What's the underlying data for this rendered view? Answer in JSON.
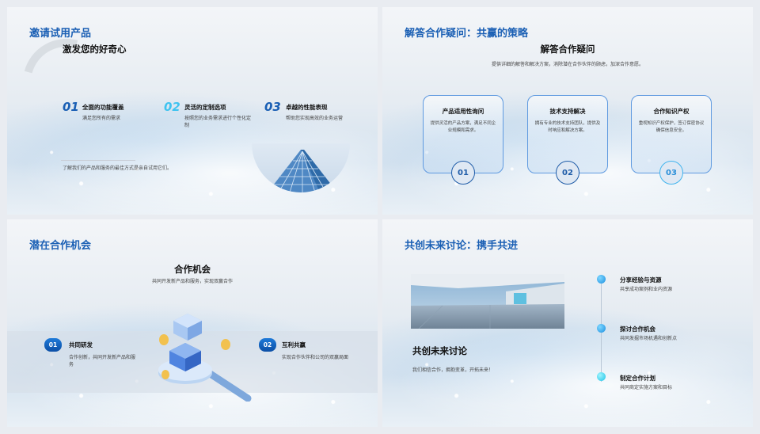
{
  "slide1": {
    "title": "邀请试用产品",
    "subtitle": "激发您的好奇心",
    "features": [
      {
        "num": "01",
        "title": "全面的功能覆盖",
        "desc": "满足您所有的需求"
      },
      {
        "num": "02",
        "title": "灵活的定制选项",
        "desc": "按照您的业务需求进行个性化定制"
      },
      {
        "num": "03",
        "title": "卓越的性能表现",
        "desc": "帮助您实现高效的业务运营"
      }
    ],
    "footer": "了解我们的产品和服务的最佳方式是亲自试用它们。"
  },
  "slide2": {
    "title": "解答合作疑问：共赢的策略",
    "subtitle": "解答合作疑问",
    "intro": "提供详细的解答和解决方案，消除潜在合作伙伴的顾虑，加深合作意愿。",
    "cards": [
      {
        "num": "01",
        "title": "产品适用性询问",
        "desc": "提供灵活的产品方案，满足不同企业规模和需求。"
      },
      {
        "num": "02",
        "title": "技术支持解决",
        "desc": "拥有专业的技术支持团队，提供及时响应和解决方案。"
      },
      {
        "num": "03",
        "title": "合作知识产权",
        "desc": "重视知识产权保护，签订保密协议确保信息安全。"
      }
    ]
  },
  "slide3": {
    "title": "潜在合作机会",
    "subtitle": "合作机会",
    "intro": "共同开发新产品和服务，实现双赢合作",
    "items": [
      {
        "num": "01",
        "title": "共同研发",
        "desc": "合作创新，共同开发新产品和服务"
      },
      {
        "num": "02",
        "title": "互利共赢",
        "desc": "实现合作伙伴和公司的双赢局面"
      }
    ]
  },
  "slide4": {
    "title": "共创未来讨论：携手共进",
    "subtitle": "共创未来讨论",
    "desc": "我们相信合作，拥抱变革，开拓未来！",
    "timeline": [
      {
        "title": "分享经验与资源",
        "desc": "共享成功案例和业内资源"
      },
      {
        "title": "探讨合作机会",
        "desc": "共同发掘市场机遇和创新点"
      },
      {
        "title": "制定合作计划",
        "desc": "共同商定实施方案和目标"
      }
    ]
  },
  "colors": {
    "accent": "#1a5fb4",
    "accent_light": "#3fc3f0",
    "card_border": "#5f9ae0"
  }
}
